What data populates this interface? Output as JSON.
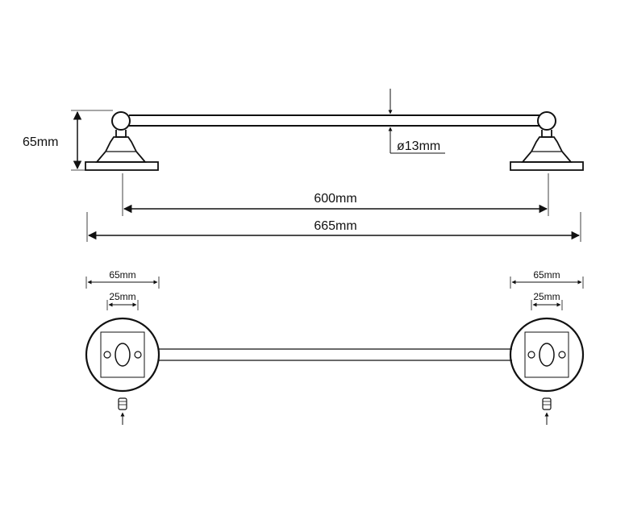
{
  "dimensions": {
    "height": "65mm",
    "rod_diameter": "ø13mm",
    "inner_width": "600mm",
    "overall_width": "665mm",
    "left_plate_width": "65mm",
    "left_hole_spacing": "25mm",
    "right_plate_width": "65mm",
    "right_hole_spacing": "25mm"
  },
  "colors": {
    "line": "#111111",
    "background": "#ffffff"
  }
}
